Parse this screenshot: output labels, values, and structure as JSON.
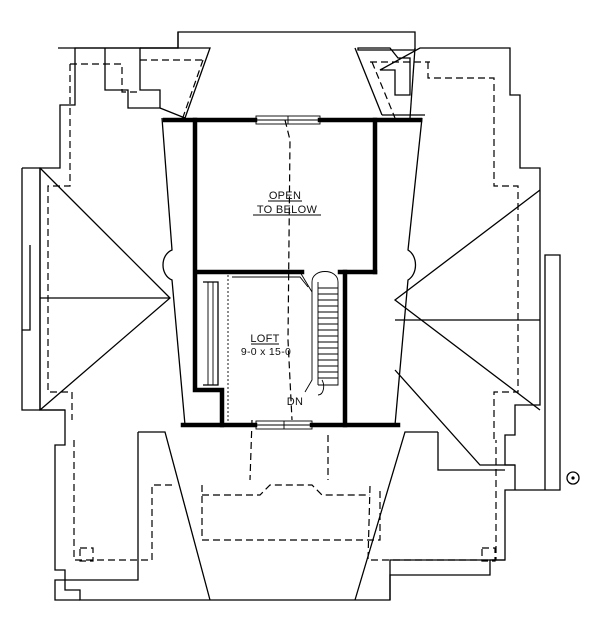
{
  "plan": {
    "rooms": [
      {
        "name_line1": "OPEN",
        "name_line2": "TO BELOW"
      },
      {
        "name": "LOFT",
        "dimensions": "9-0 x 15-0"
      }
    ],
    "stair_label": "DN",
    "marker_icon": "cross-section-marker-icon"
  }
}
